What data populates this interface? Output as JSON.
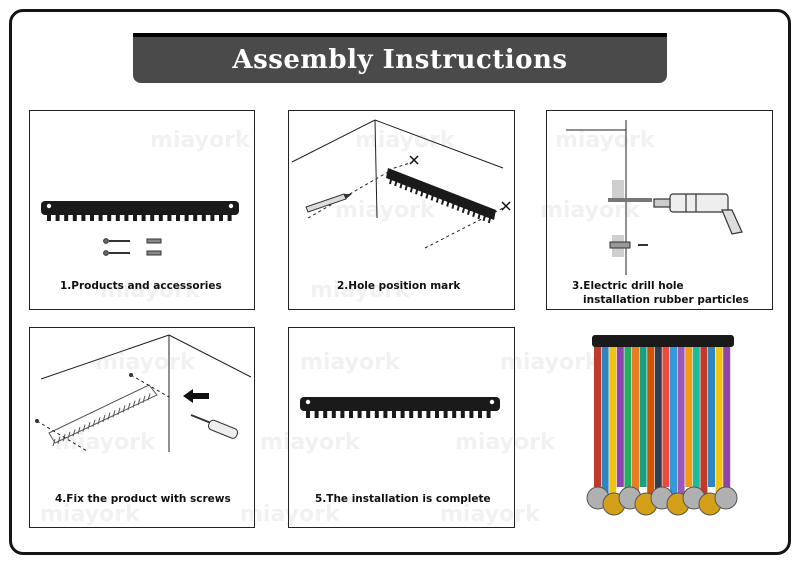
{
  "header": {
    "title": "Assembly Instructions"
  },
  "watermark": "miayork",
  "steps": [
    {
      "caption": "1.Products and accessories"
    },
    {
      "caption": "2.Hole position mark"
    },
    {
      "caption_line1": "3.Electric drill hole",
      "caption_line2": "installation rubber particles"
    },
    {
      "caption": "4.Fix the product with screws"
    },
    {
      "caption": "5.The installation is complete"
    }
  ],
  "product_photo": {
    "description_icon": "medal-hanger-with-medals-icon"
  },
  "colors": {
    "title_bar": "#4a4a4a",
    "border": "#151515",
    "product": "#1a1a1a"
  }
}
